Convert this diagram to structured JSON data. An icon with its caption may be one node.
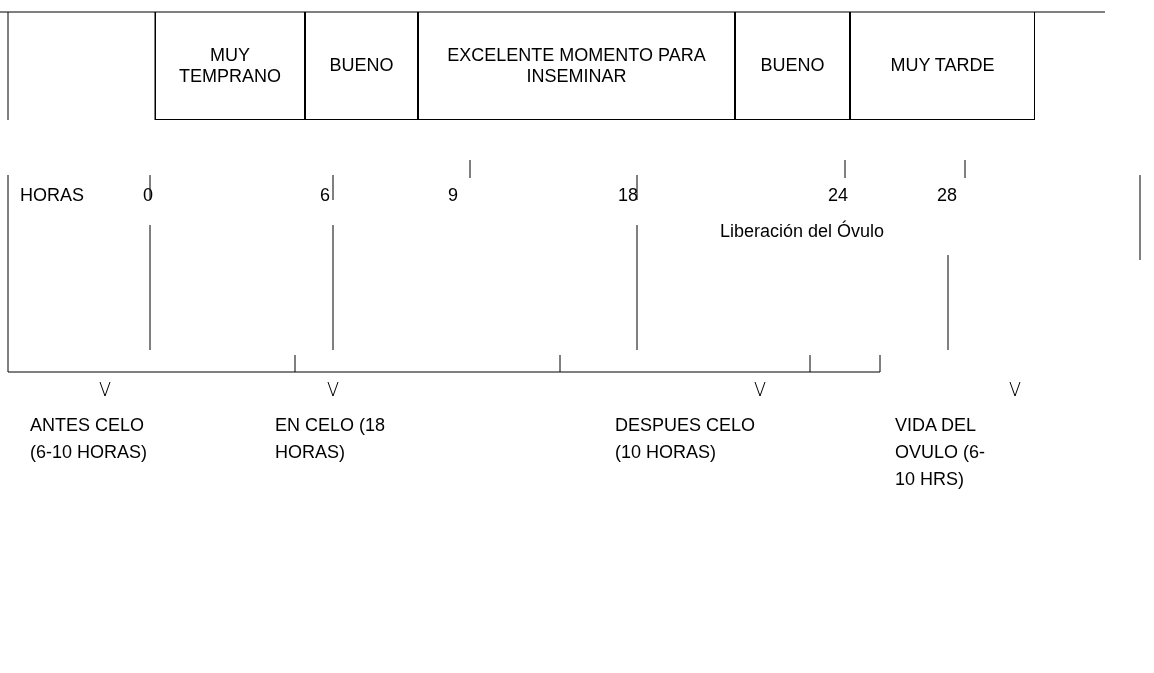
{
  "diagram": {
    "nodes": [
      {
        "text": [
          "MUY TEMPRANO"
        ]
      },
      {
        "text": [
          "BUENO"
        ]
      },
      {
        "text": [
          "EXCELENTE MOMENTO PARA INSEMINAR"
        ]
      },
      {
        "text": [
          "BUENO"
        ]
      },
      {
        "text": [
          "MUY TARDE"
        ]
      }
    ],
    "labels": [
      "HORAS",
      "0",
      "6",
      "9",
      "18",
      "24",
      "28",
      "Liberación del Óvulo",
      "ANTES CELO (6-10 HORAS)",
      "EN CELO (18 HORAS)",
      "DESPUES CELO (10 HORAS)",
      "VIDA DEL OVULO (6-10 HRS)"
    ]
  }
}
